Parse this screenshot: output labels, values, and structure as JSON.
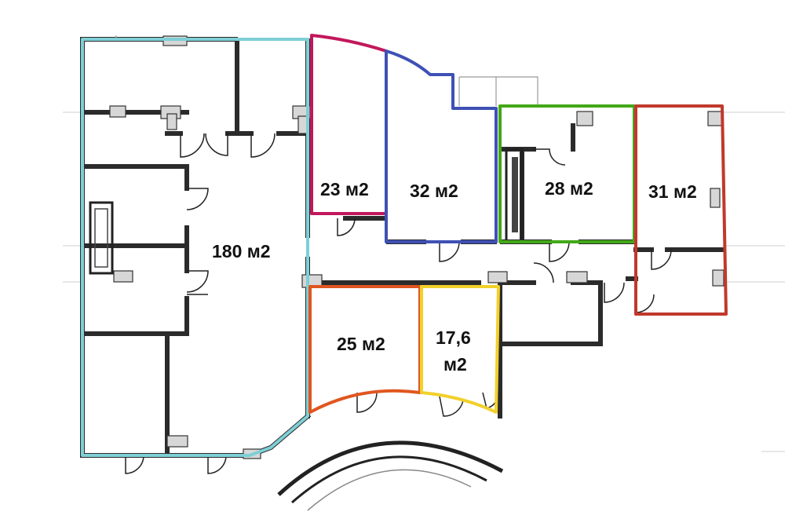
{
  "plan": {
    "rooms": [
      {
        "id": "room-180",
        "label": "180 м2",
        "color": "#7ecfd6"
      },
      {
        "id": "room-23",
        "label": "23 м2",
        "color": "#c2185b"
      },
      {
        "id": "room-32",
        "label": "32 м2",
        "color": "#3f51b5"
      },
      {
        "id": "room-28",
        "label": "28 м2",
        "color": "#43a818"
      },
      {
        "id": "room-31",
        "label": "31 м2",
        "color": "#c0392b"
      },
      {
        "id": "room-25",
        "label": "25 м2",
        "color": "#e0561f"
      },
      {
        "id": "room-17",
        "label": "17,6",
        "label2": "м2",
        "color": "#f2d02b"
      }
    ]
  }
}
